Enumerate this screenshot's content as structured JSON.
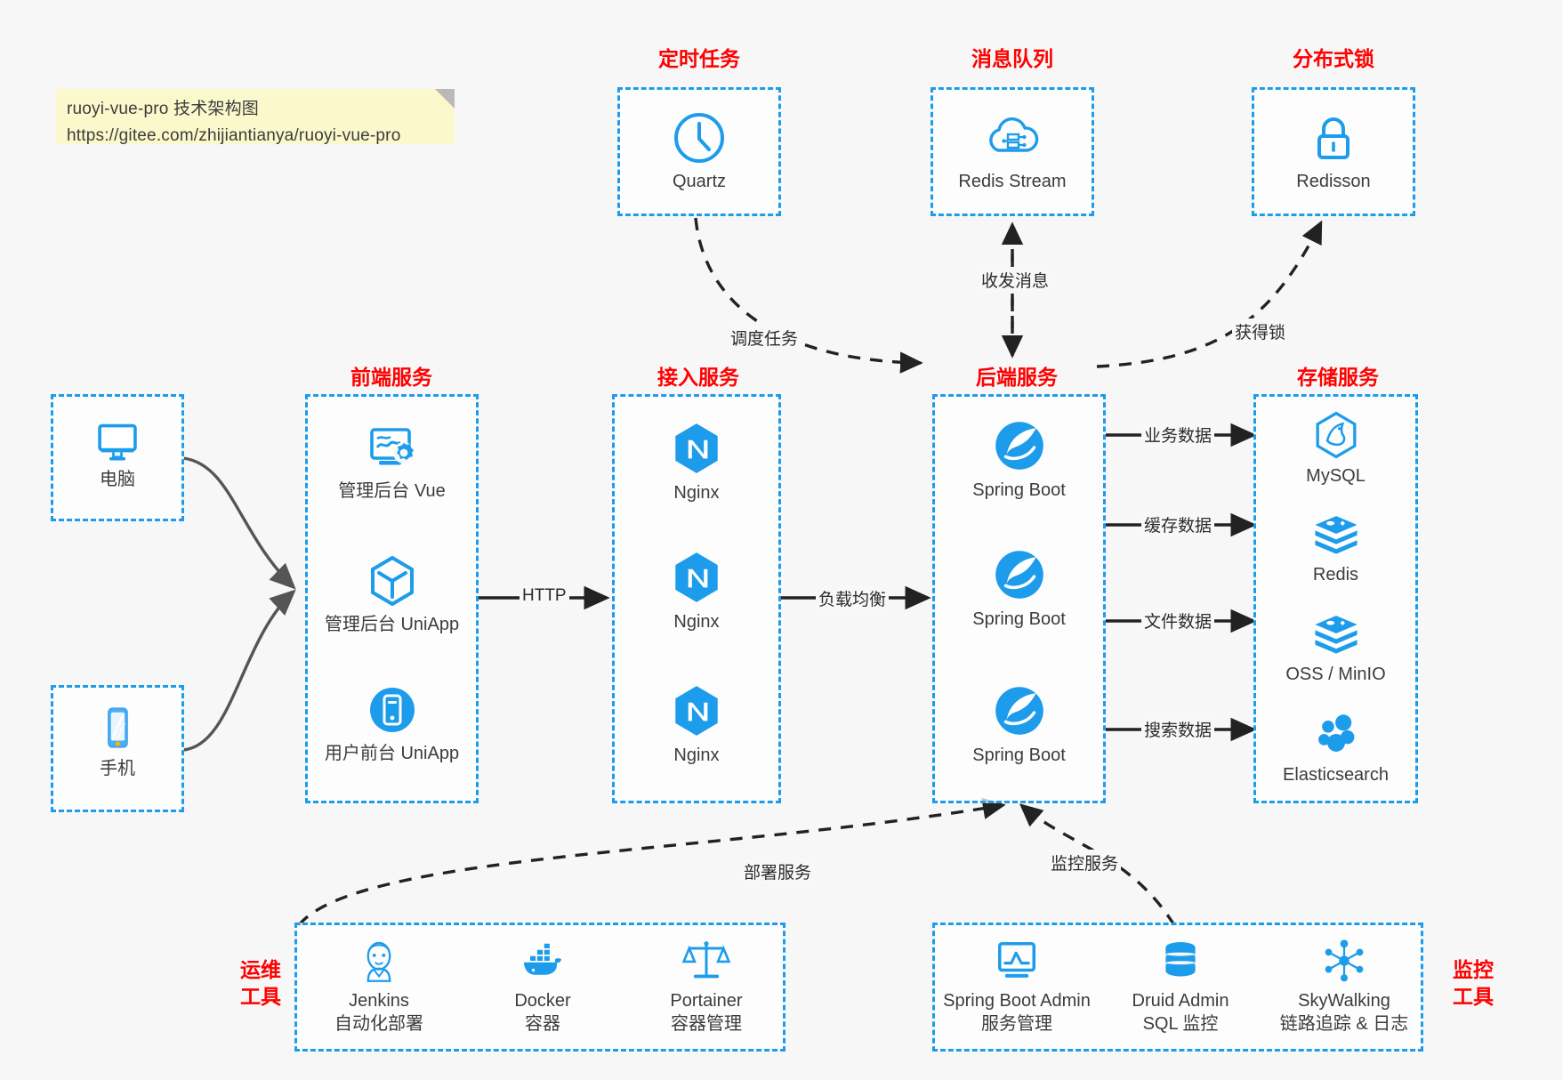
{
  "note": {
    "line1": "ruoyi-vue-pro 技术架构图",
    "line2": "https://gitee.com/zhijiantianya/ruoyi-vue-pro"
  },
  "colors": {
    "accent_blue": "#1c9ceb",
    "title_red": "#ff0000",
    "arrow_dark": "#222222",
    "curve_gray": "#555555",
    "note_yellow": "#fbf8cc",
    "background": "#f7f7f7"
  },
  "groups": {
    "scheduler": {
      "title": "定时任务",
      "nodes": [
        {
          "label": "Quartz",
          "icon": "clock-icon"
        }
      ]
    },
    "mq": {
      "title": "消息队列",
      "nodes": [
        {
          "label": "Redis Stream",
          "icon": "cloud-stream-icon"
        }
      ]
    },
    "lock": {
      "title": "分布式锁",
      "nodes": [
        {
          "label": "Redisson",
          "icon": "lock-icon"
        }
      ]
    },
    "clients": {
      "nodes": [
        {
          "label": "电脑",
          "icon": "desktop-icon"
        },
        {
          "label": "手机",
          "icon": "mobile-icon"
        }
      ]
    },
    "frontend": {
      "title": "前端服务",
      "nodes": [
        {
          "label": "管理后台 Vue",
          "icon": "dashboard-gear-icon"
        },
        {
          "label": "管理后台 UniApp",
          "icon": "cube-icon"
        },
        {
          "label": "用户前台 UniApp",
          "icon": "app-circle-icon"
        }
      ]
    },
    "gateway": {
      "title": "接入服务",
      "nodes": [
        {
          "label": "Nginx",
          "icon": "nginx-icon"
        },
        {
          "label": "Nginx",
          "icon": "nginx-icon"
        },
        {
          "label": "Nginx",
          "icon": "nginx-icon"
        }
      ]
    },
    "backend": {
      "title": "后端服务",
      "nodes": [
        {
          "label": "Spring Boot",
          "icon": "spring-boot-icon"
        },
        {
          "label": "Spring Boot",
          "icon": "spring-boot-icon"
        },
        {
          "label": "Spring Boot",
          "icon": "spring-boot-icon"
        }
      ]
    },
    "storage": {
      "title": "存储服务",
      "nodes": [
        {
          "label": "MySQL",
          "icon": "mysql-icon"
        },
        {
          "label": "Redis",
          "icon": "redis-icon"
        },
        {
          "label": "OSS / MinIO",
          "icon": "oss-minio-icon"
        },
        {
          "label": "Elasticsearch",
          "icon": "elasticsearch-icon"
        }
      ]
    },
    "devops": {
      "title_line1": "运维",
      "title_line2": "工具",
      "nodes": [
        {
          "label": "Jenkins",
          "sublabel": "自动化部署",
          "icon": "jenkins-icon"
        },
        {
          "label": "Docker",
          "sublabel": "容器",
          "icon": "docker-icon"
        },
        {
          "label": "Portainer",
          "sublabel": "容器管理",
          "icon": "scales-icon"
        }
      ]
    },
    "monitoring": {
      "title_line1": "监控",
      "title_line2": "工具",
      "nodes": [
        {
          "label": "Spring Boot Admin",
          "sublabel": "服务管理",
          "icon": "monitor-chart-icon"
        },
        {
          "label": "Druid Admin",
          "sublabel": "SQL 监控",
          "icon": "database-icon"
        },
        {
          "label": "SkyWalking",
          "sublabel": "链路追踪 & 日志",
          "icon": "skywalking-icon"
        }
      ]
    }
  },
  "edges": [
    {
      "id": "http",
      "label": "HTTP",
      "from": "frontend",
      "to": "gateway",
      "style": "solid"
    },
    {
      "id": "lb",
      "label": "负载均衡",
      "from": "gateway",
      "to": "backend",
      "style": "solid"
    },
    {
      "id": "biz-data",
      "label": "业务数据",
      "from": "backend",
      "to": "mysql",
      "style": "solid"
    },
    {
      "id": "cache-data",
      "label": "缓存数据",
      "from": "backend",
      "to": "redis",
      "style": "solid"
    },
    {
      "id": "file-data",
      "label": "文件数据",
      "from": "backend",
      "to": "oss",
      "style": "solid"
    },
    {
      "id": "search-data",
      "label": "搜索数据",
      "from": "backend",
      "to": "es",
      "style": "solid"
    },
    {
      "id": "schedule",
      "label": "调度任务",
      "from": "quartz",
      "to": "backend",
      "style": "dashed"
    },
    {
      "id": "mq-msg",
      "label": "收发消息",
      "from": "backend",
      "to": "mq",
      "style": "dashed-bidirectional"
    },
    {
      "id": "get-lock",
      "label": "获得锁",
      "from": "backend",
      "to": "redisson",
      "style": "dashed"
    },
    {
      "id": "deploy",
      "label": "部署服务",
      "from": "devops",
      "to": "backend",
      "style": "dashed"
    },
    {
      "id": "monitor",
      "label": "监控服务",
      "from": "monitoring",
      "to": "backend",
      "style": "dashed"
    }
  ]
}
